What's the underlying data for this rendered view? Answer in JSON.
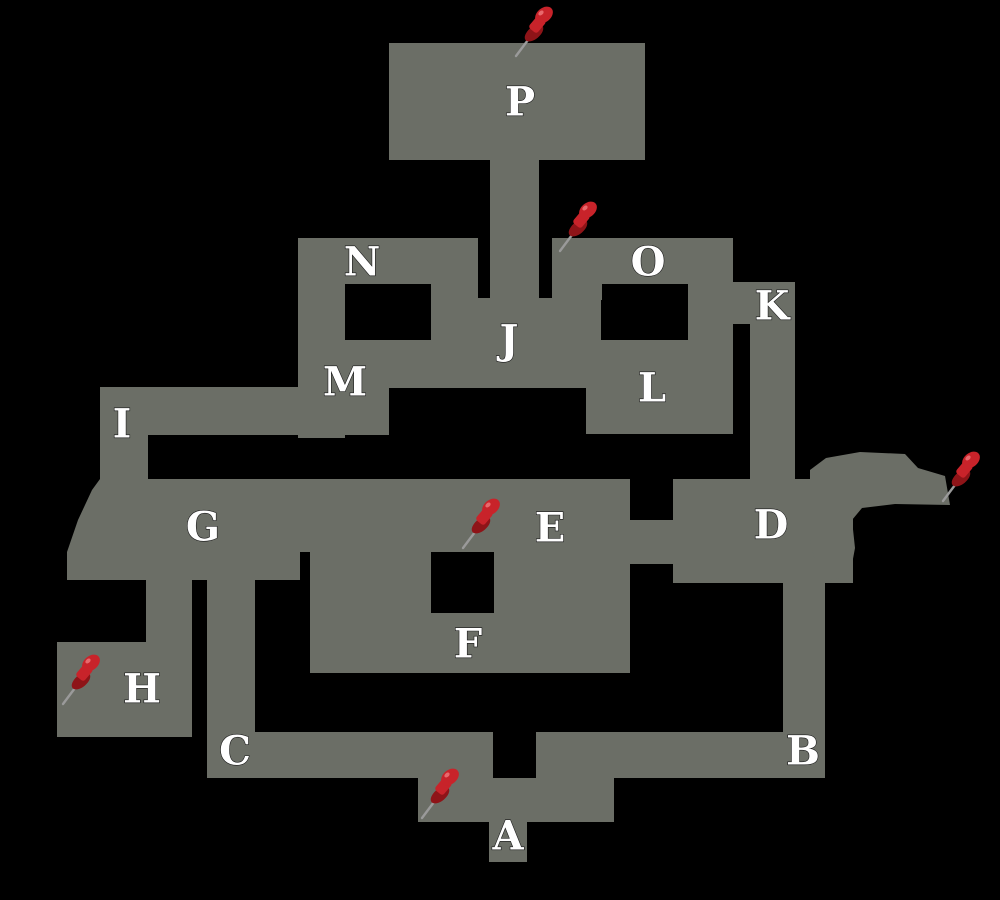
{
  "map": {
    "colors": {
      "background": "#000000",
      "floor": "#6b6e66",
      "label": "#ffffff",
      "pin": "#c8232a"
    },
    "rooms": [
      {
        "id": "P",
        "label": "P"
      },
      {
        "id": "N",
        "label": "N"
      },
      {
        "id": "O",
        "label": "O"
      },
      {
        "id": "K",
        "label": "K"
      },
      {
        "id": "J",
        "label": "J"
      },
      {
        "id": "M",
        "label": "M"
      },
      {
        "id": "L",
        "label": "L"
      },
      {
        "id": "I",
        "label": "I"
      },
      {
        "id": "G",
        "label": "G"
      },
      {
        "id": "E",
        "label": "E"
      },
      {
        "id": "D",
        "label": "D"
      },
      {
        "id": "F",
        "label": "F"
      },
      {
        "id": "H",
        "label": "H"
      },
      {
        "id": "C",
        "label": "C"
      },
      {
        "id": "B",
        "label": "B"
      },
      {
        "id": "A",
        "label": "A"
      }
    ],
    "pin_icon": "pushpin-icon",
    "pin_count": 6
  }
}
